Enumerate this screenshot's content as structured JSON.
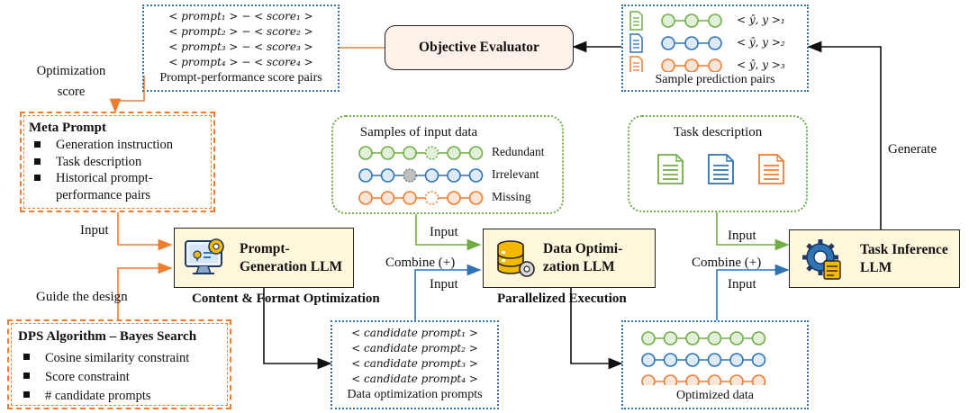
{
  "top_left": {
    "pairs": [
      "< prompt₁ > − < score₁ >",
      "< prompt₂ > − < score₂ >",
      "< prompt₃ > − < score₃ >",
      "< prompt₄ > − < score₄ >"
    ],
    "caption": "Prompt-performance score pairs"
  },
  "optimization_score_label": "Optimization\nscore",
  "evaluator": {
    "title": "Objective Evaluator"
  },
  "sample_pred": {
    "labels": [
      "< ŷ, y >₁",
      "< ŷ, y >₂",
      "< ŷ, y >₃"
    ],
    "caption": "Sample prediction pairs"
  },
  "meta_prompt": {
    "title": "Meta Prompt",
    "items": [
      "Generation instruction",
      "Task description",
      "Historical prompt-\nperformance pairs"
    ]
  },
  "input_data": {
    "title": "Samples of input data",
    "rows": [
      "Redundant",
      "Irrelevant",
      "Missing"
    ]
  },
  "task_desc": {
    "title": "Task description"
  },
  "generate_label": "Generate",
  "input_label": "Input",
  "guide_label": "Guide the design",
  "combine_label": "Combine (+)",
  "prompt_llm": {
    "title": "Prompt-\nGeneration LLM",
    "caption": "Content & Format Optimization"
  },
  "data_llm": {
    "title": "Data Optimi-\nzation LLM",
    "caption": "Parallelized Execution"
  },
  "task_llm": {
    "title": "Task Inference\nLLM"
  },
  "dps": {
    "title": "DPS Algorithm – Bayes Search",
    "items": [
      "Cosine similarity constraint",
      "Score constraint",
      "# candidate prompts"
    ]
  },
  "candidates": {
    "items": [
      "< candidate prompt₁ >",
      "< candidate prompt₂ >",
      "< candidate prompt₃ >",
      "< candidate prompt₄ >"
    ],
    "caption": "Data optimization prompts"
  },
  "optimized": {
    "caption": "Optimized data"
  },
  "colors": {
    "green": "#70ad47",
    "blue": "#2e74b5",
    "orange": "#ed7d31"
  }
}
